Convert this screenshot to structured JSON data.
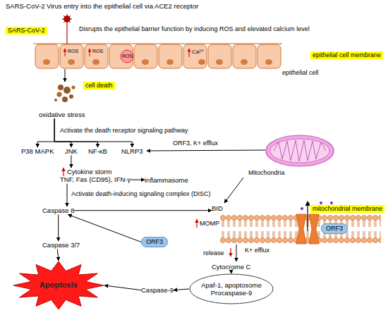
{
  "diagram": {
    "title": "SARS-CoV-2 Virus entry into the epithelial cell via ACE2 receptor",
    "nodes": [
      {
        "text": [
          "SARS-CoV-2"
        ]
      },
      {
        "text": [
          "epithelial cell membrane"
        ]
      },
      {
        "text": [
          "cell death"
        ]
      },
      {
        "text": [
          "oxidative stress"
        ]
      },
      {
        "text": [
          "P38 MAPK"
        ]
      },
      {
        "text": [
          "JNK"
        ]
      },
      {
        "text": [
          "NF-κB"
        ]
      },
      {
        "text": [
          "NLRP3"
        ]
      },
      {
        "text": [
          "Cytokine storm",
          "TNF, Fas (CD95), IFN-γ"
        ]
      },
      {
        "text": [
          "inflammasome"
        ]
      },
      {
        "text": [
          "Caspase 8"
        ]
      },
      {
        "text": [
          "BID"
        ]
      },
      {
        "text": [
          "mitochondrial membrane"
        ]
      },
      {
        "text": [
          "ORF3"
        ]
      },
      {
        "text": [
          "ORF3"
        ]
      },
      {
        "text": [
          "Caspase 3/7"
        ]
      },
      {
        "text": [
          "Cytocrome C"
        ]
      },
      {
        "text": [
          "Apaf-1, apoptosome Procaspase-9"
        ]
      },
      {
        "text": [
          "Caspase-9"
        ]
      },
      {
        "text": [
          "Apoptosis"
        ]
      }
    ],
    "edges": [
      {
        "from": 3,
        "to": 4,
        "arrow": "to"
      },
      {
        "from": 3,
        "to": 5,
        "arrow": "to"
      },
      {
        "from": 3,
        "to": 6,
        "arrow": "to"
      },
      {
        "from": 3,
        "to": 7,
        "arrow": "to"
      },
      {
        "from": 5,
        "to": 8,
        "arrow": "to"
      },
      {
        "from": 8,
        "to": 9,
        "arrow": "to"
      },
      {
        "from": 8,
        "to": 10,
        "label": "Activate death-inducing signaling complex (DISC)",
        "arrow": "to"
      },
      {
        "from": 10,
        "to": 11,
        "arrow": "to"
      },
      {
        "from": 10,
        "to": 15,
        "arrow": "to"
      },
      {
        "from": 14,
        "to": 10,
        "arrow": "to"
      },
      {
        "from": 15,
        "to": 19,
        "arrow": "to"
      },
      {
        "from": 18,
        "to": 19,
        "arrow": "to"
      },
      {
        "from": 17,
        "to": 18,
        "arrow": "to"
      },
      {
        "from": 16,
        "to": 17,
        "arrow": "to"
      }
    ],
    "labels": [
      "Disrupts the epithelial barrier function by inducing ROS and elevated calcium level",
      "ROS",
      "ROS",
      "ROS",
      "Ca²⁺",
      "epithelial cell",
      "Activate the death receptor signaling pathway",
      "ORF3, K+ efflux",
      "Mitochondria",
      "MOMP",
      "K+ efflux",
      "release"
    ]
  }
}
